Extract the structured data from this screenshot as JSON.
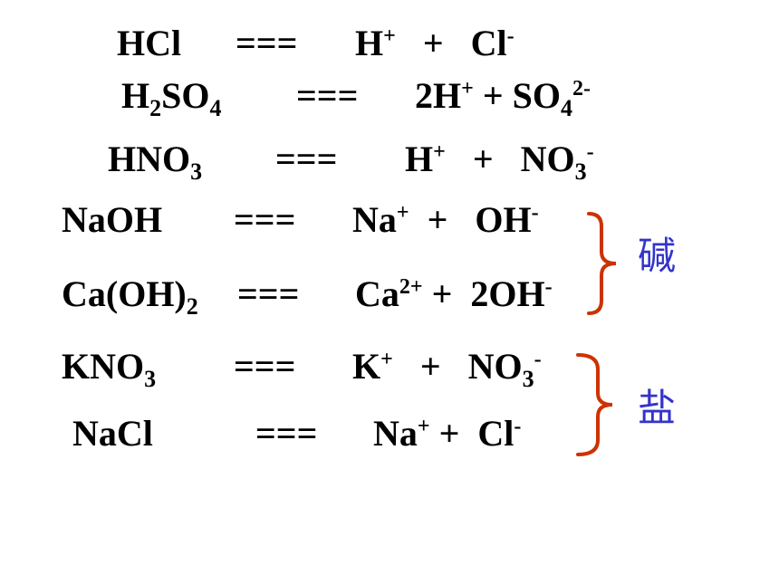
{
  "equations": [
    {
      "lhs": "HCl",
      "arrow": "===",
      "rhs": [
        {
          "t": "H"
        },
        {
          "t": "+",
          "sup": true
        },
        {
          "t": "   +   Cl"
        },
        {
          "t": "-",
          "sup": true
        }
      ]
    },
    {
      "lhs": [
        {
          "t": "H"
        },
        {
          "t": "2",
          "sub": true
        },
        {
          "t": "SO"
        },
        {
          "t": "4",
          "sub": true
        }
      ],
      "arrow": "===",
      "rhs": [
        {
          "t": "2H"
        },
        {
          "t": "+",
          "sup": true
        },
        {
          "t": " + SO"
        },
        {
          "t": "4",
          "sub": true
        },
        {
          "t": "2-",
          "sup": true
        }
      ]
    },
    {
      "lhs": [
        {
          "t": "HNO"
        },
        {
          "t": "3",
          "sub": true
        }
      ],
      "arrow": "===",
      "rhs": [
        {
          "t": "H"
        },
        {
          "t": "+",
          "sup": true
        },
        {
          "t": "   +   NO"
        },
        {
          "t": "3",
          "sub": true
        },
        {
          "t": "-",
          "sup": true
        }
      ]
    },
    {
      "lhs": "NaOH",
      "arrow": "===",
      "rhs": [
        {
          "t": "Na"
        },
        {
          "t": "+",
          "sup": true
        },
        {
          "t": "  +   OH"
        },
        {
          "t": "-",
          "sup": true
        }
      ]
    },
    {
      "lhs": [
        {
          "t": "Ca(OH)"
        },
        {
          "t": "2",
          "sub": true
        }
      ],
      "arrow": "===",
      "rhs": [
        {
          "t": "Ca"
        },
        {
          "t": "2+",
          "sup": true
        },
        {
          "t": " +  2OH"
        },
        {
          "t": "-",
          "sup": true
        }
      ]
    },
    {
      "lhs": [
        {
          "t": "KNO"
        },
        {
          "t": "3",
          "sub": true
        }
      ],
      "arrow": "===",
      "rhs": [
        {
          "t": "K"
        },
        {
          "t": "+",
          "sup": true
        },
        {
          "t": "   +   NO"
        },
        {
          "t": "3",
          "sub": true
        },
        {
          "t": "-",
          "sup": true
        }
      ]
    },
    {
      "lhs": "NaCl",
      "arrow": "===",
      "rhs": [
        {
          "t": "Na"
        },
        {
          "t": "+",
          "sup": true
        },
        {
          "t": " +  Cl"
        },
        {
          "t": "-",
          "sup": true
        }
      ]
    }
  ],
  "groups": {
    "base_label": "碱",
    "salt_label": "盐"
  },
  "colors": {
    "text": "#000000",
    "brace": "#cc3300",
    "label": "#3333cc"
  }
}
